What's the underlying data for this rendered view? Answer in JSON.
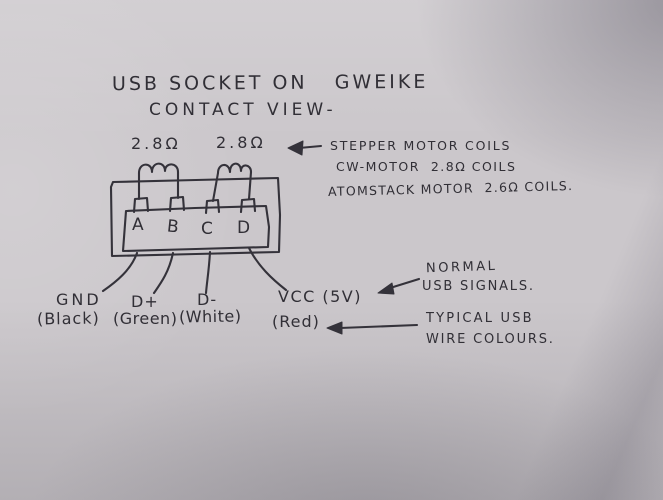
{
  "colors": {
    "paper": "#cbc7cb",
    "ink": "#34323a"
  },
  "title": {
    "line1": "USB SOCKET ON   GWEIKE",
    "line2": "CONTACT VIEW-"
  },
  "coil_labels": {
    "left": "2.8Ω",
    "right": "2.8Ω"
  },
  "socket": {
    "pins": [
      "A",
      "B",
      "C",
      "D"
    ]
  },
  "pinout": [
    {
      "signal": "GND",
      "colour": "(Black)"
    },
    {
      "signal": "D+",
      "colour": "(Green)"
    },
    {
      "signal": "D-",
      "colour": "(White)"
    },
    {
      "signal": "VCC (5V)",
      "colour": "(Red)"
    }
  ],
  "annotations": {
    "stepper_coils": {
      "line1": "STEPPER MOTOR COILS",
      "line2": "CW-MOTOR  2.8Ω COILS",
      "line3": "ATOMSTACK MOTOR  2.6Ω COILS."
    },
    "usb_signals": {
      "line1": "NORMAL",
      "line2": "USB SIGNALS."
    },
    "wire_colours": {
      "line1": "TYPICAL USB",
      "line2": "WIRE COLOURS."
    }
  }
}
